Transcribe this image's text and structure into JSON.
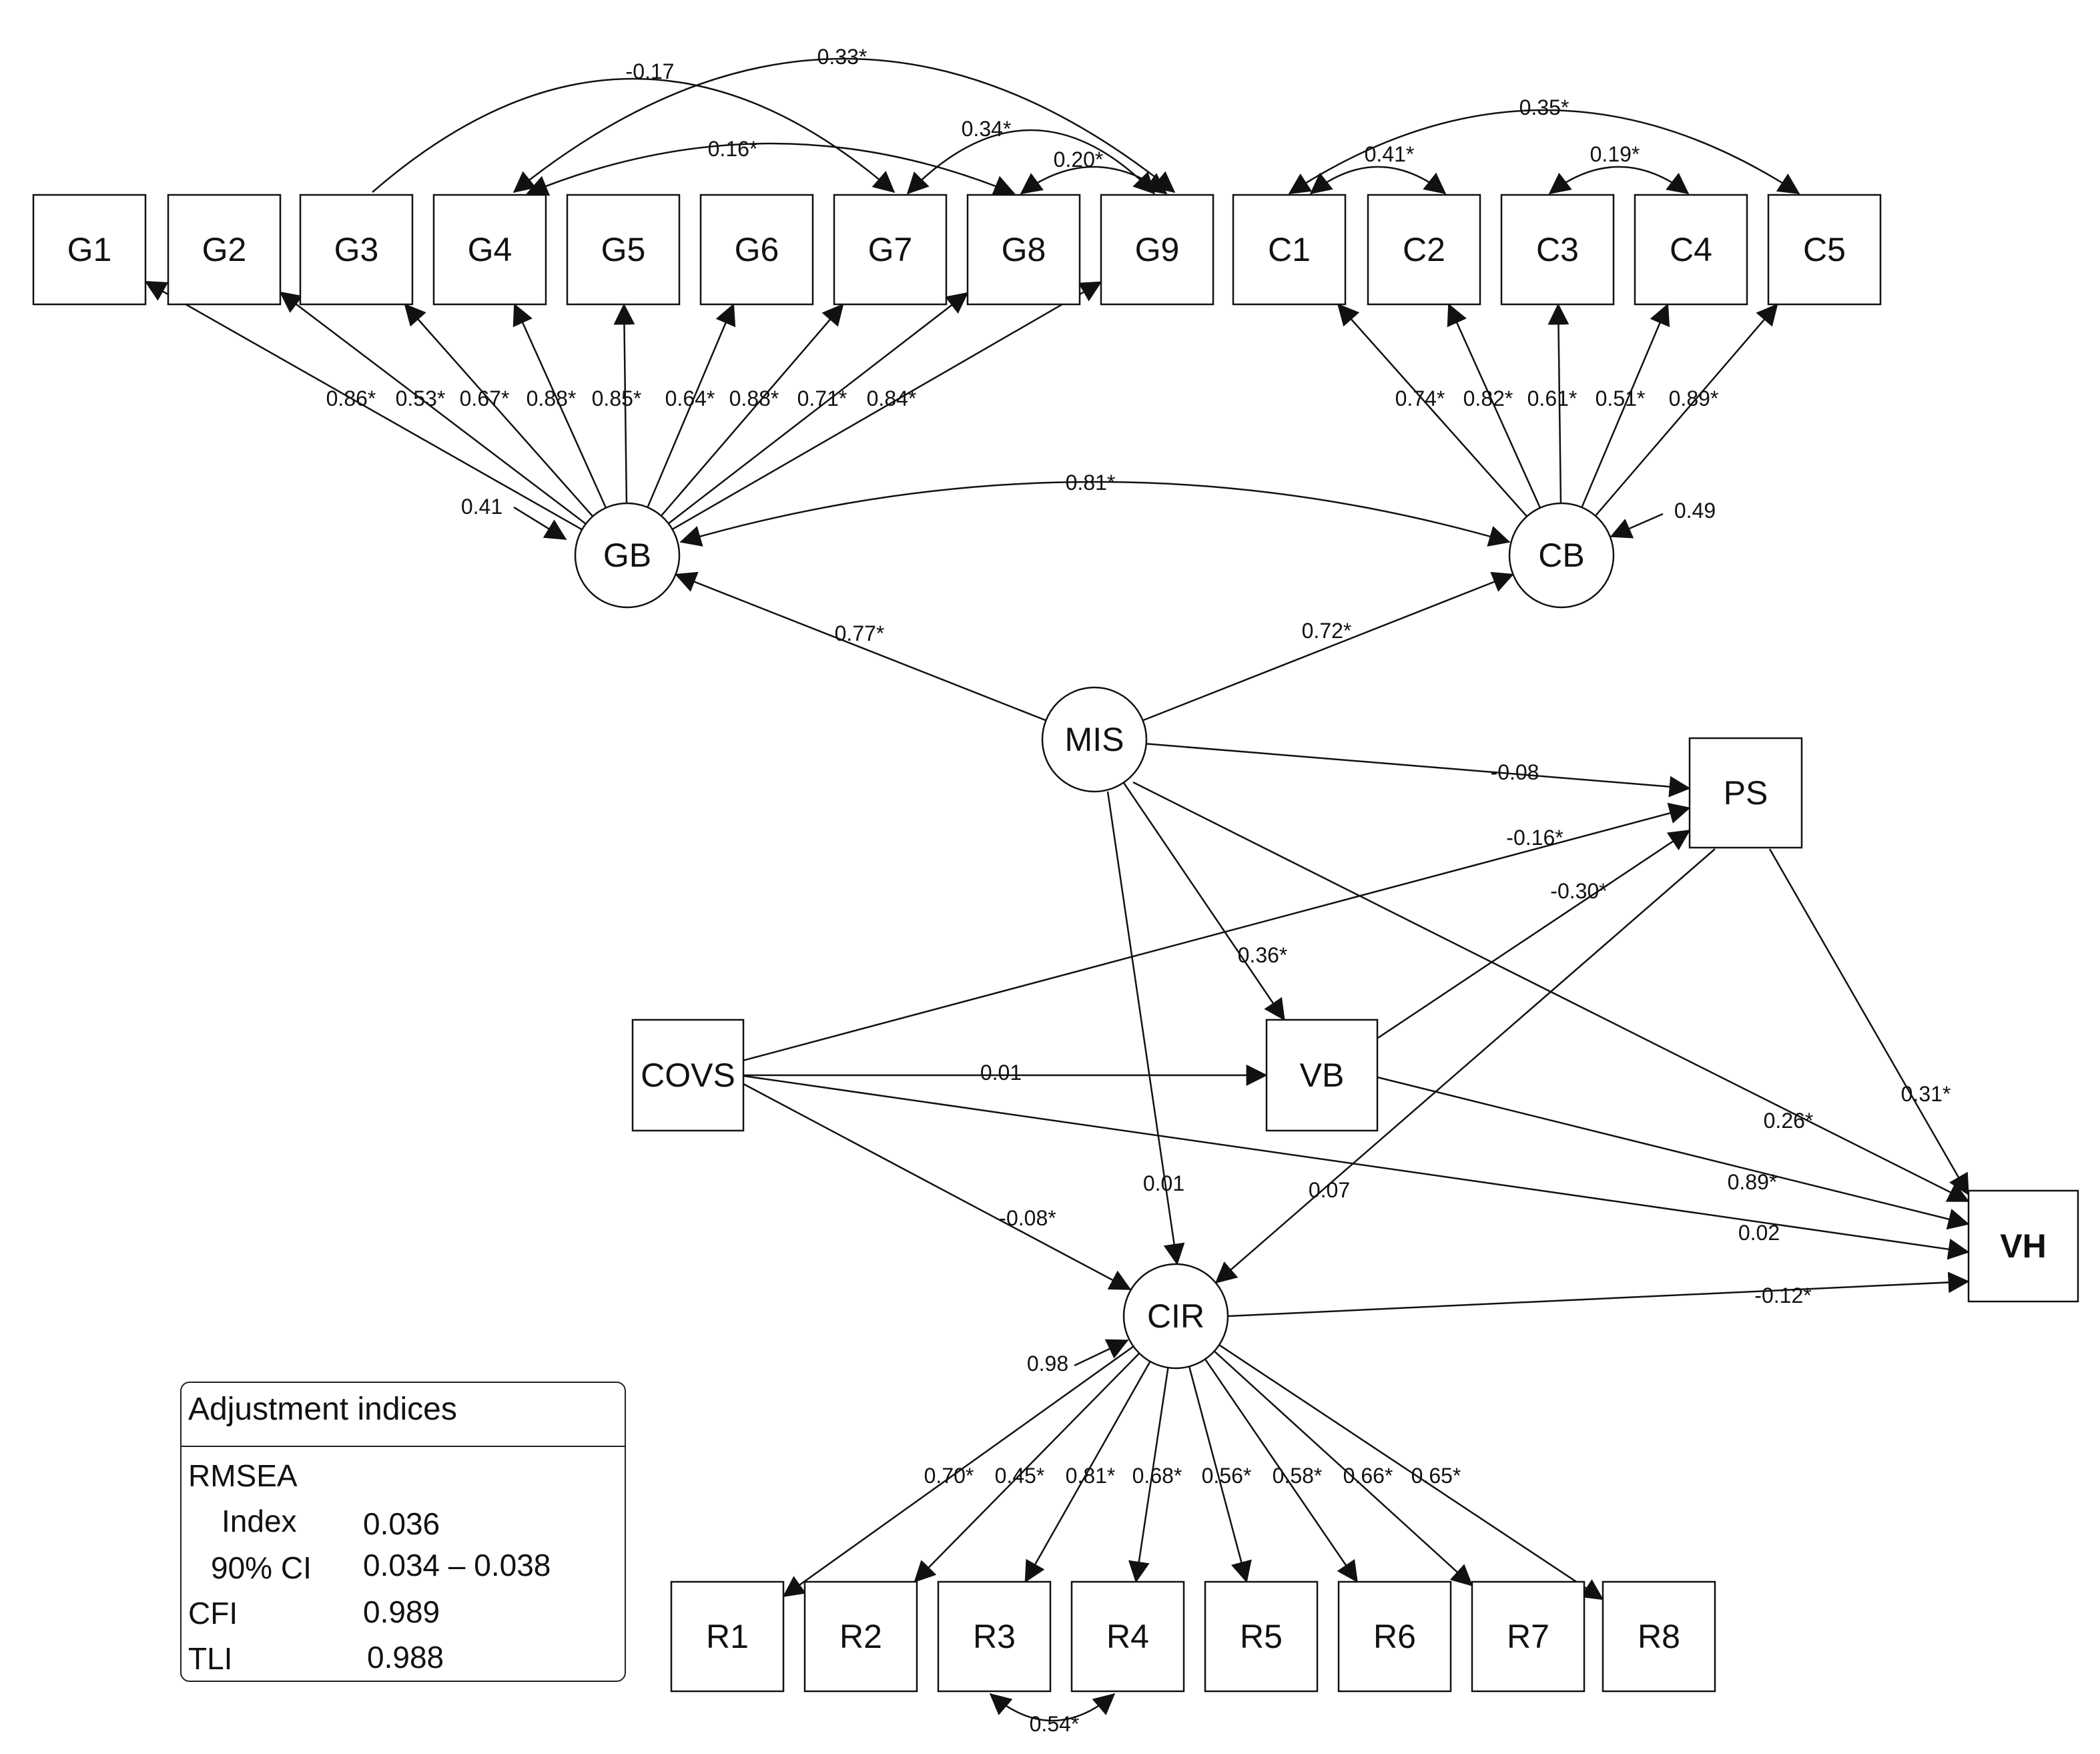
{
  "nodes": {
    "G1": "G1",
    "G2": "G2",
    "G3": "G3",
    "G4": "G4",
    "G5": "G5",
    "G6": "G6",
    "G7": "G7",
    "G8": "G8",
    "G9": "G9",
    "C1": "C1",
    "C2": "C2",
    "C3": "C3",
    "C4": "C4",
    "C5": "C5",
    "GB": "GB",
    "CB": "CB",
    "MIS": "MIS",
    "PS": "PS",
    "COVS": "COVS",
    "VB": "VB",
    "CIR": "CIR",
    "VH": "VH",
    "R1": "R1",
    "R2": "R2",
    "R3": "R3",
    "R4": "R4",
    "R5": "R5",
    "R6": "R6",
    "R7": "R7",
    "R8": "R8"
  },
  "loadings": {
    "GB": [
      "0.86*",
      "0.53*",
      "0.67*",
      "0.88*",
      "0.85*",
      "0.64*",
      "0.88*",
      "0.71*",
      "0.84*"
    ],
    "CB": [
      "0.74*",
      "0.82*",
      "0.61*",
      "0.51*",
      "0.89*"
    ],
    "CIR": [
      "0.70*",
      "0.45*",
      "0.81*",
      "0.68*",
      "0.56*",
      "0.58*",
      "0.66*",
      "0.65*"
    ]
  },
  "error_terms": {
    "GB": "0.41",
    "CB": "0.49",
    "CIR": "0.98"
  },
  "item_covariances": {
    "G3_G7": "-0.17",
    "G4_G9": "0.33*",
    "G4_G8": "0.16*",
    "G7_G9": "0.34*",
    "G8_G9": "0.20*",
    "C1_C5": "0.35*",
    "C1_C2": "0.41*",
    "C3_C4": "0.19*",
    "R3_R4": "0.54*"
  },
  "paths": {
    "GB_CB": "0.81*",
    "MIS_GB": "0.77*",
    "MIS_CB": "0.72*",
    "MIS_PS": "-0.08",
    "COVS_PS": "-0.16*",
    "VB_PS": "-0.30*",
    "MIS_VB": "0.36*",
    "MIS_CIR": "0.01",
    "MIS_VH": "0.26*",
    "PS_VH": "0.31*",
    "COVS_VB": "0.01",
    "VB_VH": "0.89*",
    "PS_CIR": "0.07",
    "COVS_CIR": "-0.08*",
    "COVS_VH": "0.02",
    "CIR_VH": "-0.12*"
  },
  "fit_indices": {
    "title": "Adjustment indices",
    "rmsea_label": "RMSEA",
    "index_label": "Index",
    "index_value": "0.036",
    "ci_label": "90% CI",
    "ci_value": "0.034 – 0.038",
    "cfi_label": "CFI",
    "cfi_value": "0.989",
    "tli_label": "TLI",
    "tli_value": "0.988"
  }
}
